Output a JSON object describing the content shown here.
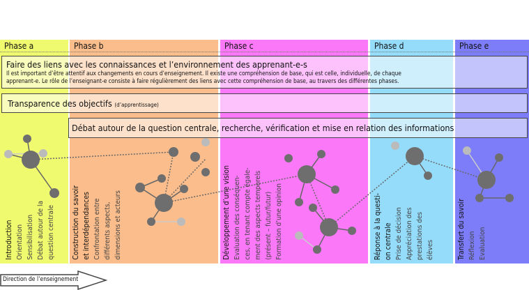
{
  "colors": {
    "a": "#f0fa6e",
    "b": "#fbbd8b",
    "c": "#fb78f8",
    "d": "#94dcfa",
    "e": "#7d7dfa"
  },
  "phases": [
    {
      "label": "Phase a",
      "title": "Introduction",
      "lines": [
        "Orientation",
        "Sensibilisation",
        "Débat autour de la",
        "question centrale"
      ]
    },
    {
      "label": "Phase b",
      "title": "Construction du savoir",
      "title2": "et interdépendances",
      "lines": [
        "Confrontation entre",
        "différents aspects,",
        "dimensions et acteurs"
      ]
    },
    {
      "label": "Phase c",
      "title": "Développement d’une vision",
      "lines": [
        "Evaluation des conséquen-",
        "ces, en tenant compte égale-",
        "ment des aspects temporels",
        "(présent – futur/futur)",
        "Formation d’une opinion"
      ]
    },
    {
      "label": "Phase d",
      "title": "Réponse à la questi-",
      "title2": "on centrale",
      "lines": [
        "Prise de décision",
        "Appréciation des",
        "prestations des",
        "élèves"
      ]
    },
    {
      "label": "Phase e",
      "title": "Transfert du savoir",
      "lines": [
        "Réflexion",
        "Evaluation"
      ]
    }
  ],
  "box1": {
    "title": "Faire des liens avec les connaissances et l’environnement des apprenant-e-s",
    "text1": "Il est important d’être attentif aux changements en cours d’enseignement. Il existe une compréhension de base, qui est celle, individuelle, de chaque",
    "text2": "apprenant-e. Le rôle de l’enseignant-e consiste à faire régulièrement des liens avec cette compréhension de base, au travers des différentes phases."
  },
  "box2": {
    "title": "Transparence des objectifs",
    "sub": "(d’apprentissage)"
  },
  "box3": {
    "title": "Débat autour de la question centrale, recherche, vérification et mise en relation des informations"
  },
  "arrow": {
    "label": "Direction de l’enseignement"
  }
}
